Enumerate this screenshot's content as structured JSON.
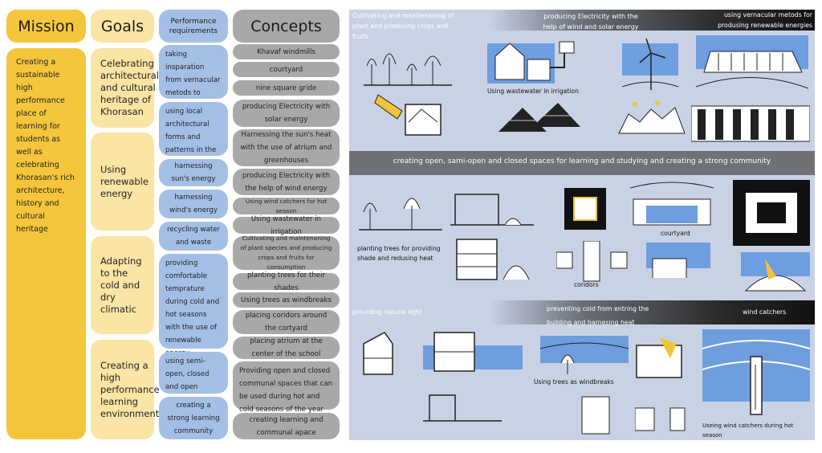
{
  "headers": {
    "mission": "Mission",
    "goals": "Goals",
    "requirements": "Performance requirements",
    "concepts": "Concepts"
  },
  "mission_text": "Creating a sustainable high performance place of learning for students as well as celebrating Khorasan's rich architecture, history and cultural heritage",
  "goals": [
    "Celebrating architectural and cultural heritage of Khorasan",
    "Using renewable energy",
    "Adapting to the cold and dry climatic",
    "Creating a high performance learning environment"
  ],
  "requirements": [
    "taking insparation from vernacular metods to produse renewable energies",
    "using local architectural forms and patterns in the design",
    "harnessing sun's energy",
    "harnessing wind's energy",
    "recycling water and waste",
    "providing comfortable temprature during cold and hot seasons with the use of renewable energy",
    "using semi-open, closed and open spaces",
    "creating a strong learning community"
  ],
  "concepts": [
    "Khavaf windmills",
    "courtyard",
    "nine square gride",
    "producing Electricity with solar energy",
    "Harnessing the sun's heat with the use of atrium and greenhouses",
    "producing Electricity with the help of wind energy",
    "Using wind catchers for hot season",
    "Using wastewater in irrigation",
    "Cultivating and maintenaning of plant species and producing crops and fruits for consumption",
    "planting trees for their shades",
    "Using trees as windbreaks",
    "placing coridors around the cortyard",
    "placing atrium at the center of the school",
    "Providing open and closed communal spaces that can be used during hot and cold seasons of the year",
    "creating learning and communal apace"
  ],
  "panel": {
    "band1": {
      "left": "Cultivating and maintenaning of plant and producing crops and fruits",
      "middle": "producing Electricity with the help of wind and solar energy",
      "right": "using vernacular metods for produsing renewable energies"
    },
    "wastewater_caption": "Using wastewater in irrigation",
    "band2": "creating open, sami-open and closed spaces for learning and studying and creating a strong  community",
    "trees_caption": "planting trees for providing shade and redusing heat",
    "courtyard_caption": "courtyard",
    "coridors_caption": "coridors",
    "band3": {
      "left": "providing natural light",
      "middle": "preventing  cold  from entring the building and harnesing heat",
      "right": "wind catchers"
    },
    "windbreaks_caption": "Using trees as windbreaks",
    "windcatchers_caption": "Useing wind catchers during hot season"
  },
  "colors": {
    "mission": "#f5c63b",
    "goals": "#fbe5a4",
    "requirements": "#a4bfe6",
    "concepts": "#a8a8a8",
    "panel": "#c9d2e4"
  }
}
